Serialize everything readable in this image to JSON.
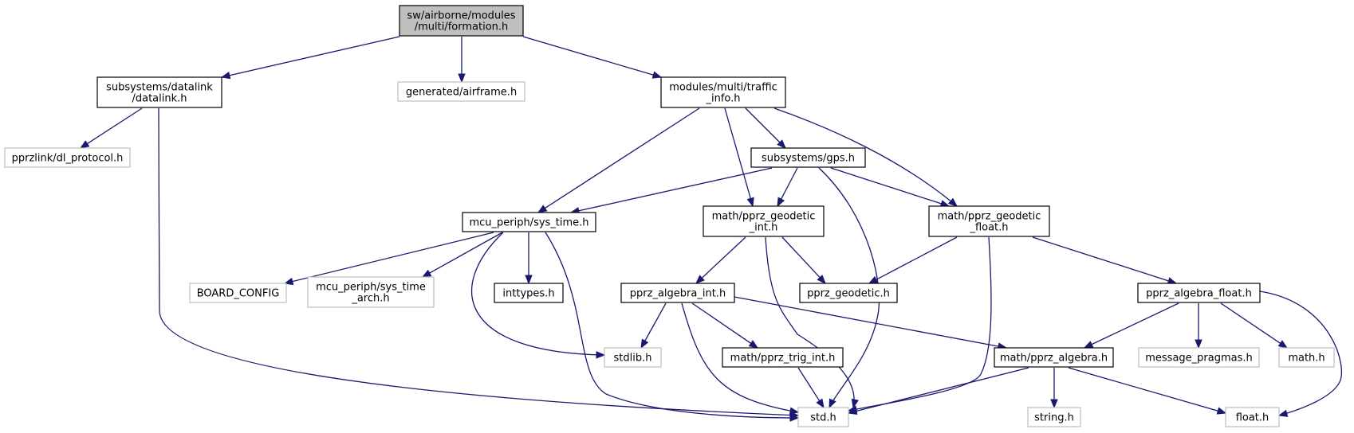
{
  "diagram": {
    "title": "",
    "colors": {
      "edge": "#191970",
      "root_fill": "#bfbfbf",
      "node_fill": "#ffffff",
      "node_border": "#000000",
      "external_border": "#bfbfbf"
    },
    "nodes": [
      {
        "id": "formation",
        "lines": [
          "sw/airborne/modules",
          "/multi/formation.h"
        ],
        "kind": "root"
      },
      {
        "id": "datalink",
        "lines": [
          "subsystems/datalink",
          "/datalink.h"
        ],
        "kind": "local"
      },
      {
        "id": "airframe",
        "lines": [
          "generated/airframe.h"
        ],
        "kind": "external"
      },
      {
        "id": "traffic_info",
        "lines": [
          "modules/multi/traffic",
          "_info.h"
        ],
        "kind": "local"
      },
      {
        "id": "dl_protocol",
        "lines": [
          "pprzlink/dl_protocol.h"
        ],
        "kind": "external"
      },
      {
        "id": "gps",
        "lines": [
          "subsystems/gps.h"
        ],
        "kind": "local"
      },
      {
        "id": "sys_time",
        "lines": [
          "mcu_periph/sys_time.h"
        ],
        "kind": "local"
      },
      {
        "id": "geodetic_int",
        "lines": [
          "math/pprz_geodetic",
          "_int.h"
        ],
        "kind": "local"
      },
      {
        "id": "geodetic_float",
        "lines": [
          "math/pprz_geodetic",
          "_float.h"
        ],
        "kind": "local"
      },
      {
        "id": "board_config",
        "lines": [
          "BOARD_CONFIG"
        ],
        "kind": "external"
      },
      {
        "id": "sys_time_arch",
        "lines": [
          "mcu_periph/sys_time",
          "_arch.h"
        ],
        "kind": "external"
      },
      {
        "id": "inttypes",
        "lines": [
          "inttypes.h"
        ],
        "kind": "local"
      },
      {
        "id": "algebra_int",
        "lines": [
          "pprz_algebra_int.h"
        ],
        "kind": "local"
      },
      {
        "id": "pprz_geodetic",
        "lines": [
          "pprz_geodetic.h"
        ],
        "kind": "local"
      },
      {
        "id": "algebra_float",
        "lines": [
          "pprz_algebra_float.h"
        ],
        "kind": "local"
      },
      {
        "id": "stdlib",
        "lines": [
          "stdlib.h"
        ],
        "kind": "external"
      },
      {
        "id": "trig_int",
        "lines": [
          "math/pprz_trig_int.h"
        ],
        "kind": "local"
      },
      {
        "id": "pprz_algebra",
        "lines": [
          "math/pprz_algebra.h"
        ],
        "kind": "local"
      },
      {
        "id": "message_pragmas",
        "lines": [
          "message_pragmas.h"
        ],
        "kind": "external"
      },
      {
        "id": "math",
        "lines": [
          "math.h"
        ],
        "kind": "external"
      },
      {
        "id": "std",
        "lines": [
          "std.h"
        ],
        "kind": "external"
      },
      {
        "id": "string",
        "lines": [
          "string.h"
        ],
        "kind": "external"
      },
      {
        "id": "float",
        "lines": [
          "float.h"
        ],
        "kind": "external"
      }
    ],
    "edges": [
      {
        "from": "formation",
        "to": "datalink"
      },
      {
        "from": "formation",
        "to": "airframe"
      },
      {
        "from": "formation",
        "to": "traffic_info"
      },
      {
        "from": "datalink",
        "to": "dl_protocol"
      },
      {
        "from": "datalink",
        "to": "std"
      },
      {
        "from": "traffic_info",
        "to": "sys_time"
      },
      {
        "from": "traffic_info",
        "to": "geodetic_int"
      },
      {
        "from": "traffic_info",
        "to": "gps"
      },
      {
        "from": "traffic_info",
        "to": "geodetic_float"
      },
      {
        "from": "gps",
        "to": "sys_time"
      },
      {
        "from": "gps",
        "to": "geodetic_int"
      },
      {
        "from": "gps",
        "to": "geodetic_float"
      },
      {
        "from": "gps",
        "to": "std"
      },
      {
        "from": "sys_time",
        "to": "board_config"
      },
      {
        "from": "sys_time",
        "to": "sys_time_arch"
      },
      {
        "from": "sys_time",
        "to": "inttypes"
      },
      {
        "from": "sys_time",
        "to": "stdlib"
      },
      {
        "from": "sys_time",
        "to": "std"
      },
      {
        "from": "geodetic_int",
        "to": "algebra_int"
      },
      {
        "from": "geodetic_int",
        "to": "pprz_geodetic"
      },
      {
        "from": "geodetic_int",
        "to": "std"
      },
      {
        "from": "geodetic_float",
        "to": "pprz_geodetic"
      },
      {
        "from": "geodetic_float",
        "to": "std"
      },
      {
        "from": "geodetic_float",
        "to": "algebra_float"
      },
      {
        "from": "algebra_int",
        "to": "stdlib"
      },
      {
        "from": "algebra_int",
        "to": "trig_int"
      },
      {
        "from": "algebra_int",
        "to": "std"
      },
      {
        "from": "algebra_int",
        "to": "pprz_algebra"
      },
      {
        "from": "trig_int",
        "to": "std"
      },
      {
        "from": "algebra_float",
        "to": "pprz_algebra"
      },
      {
        "from": "algebra_float",
        "to": "message_pragmas"
      },
      {
        "from": "algebra_float",
        "to": "math"
      },
      {
        "from": "algebra_float",
        "to": "float"
      },
      {
        "from": "pprz_algebra",
        "to": "std"
      },
      {
        "from": "pprz_algebra",
        "to": "string"
      },
      {
        "from": "pprz_algebra",
        "to": "float"
      }
    ]
  }
}
